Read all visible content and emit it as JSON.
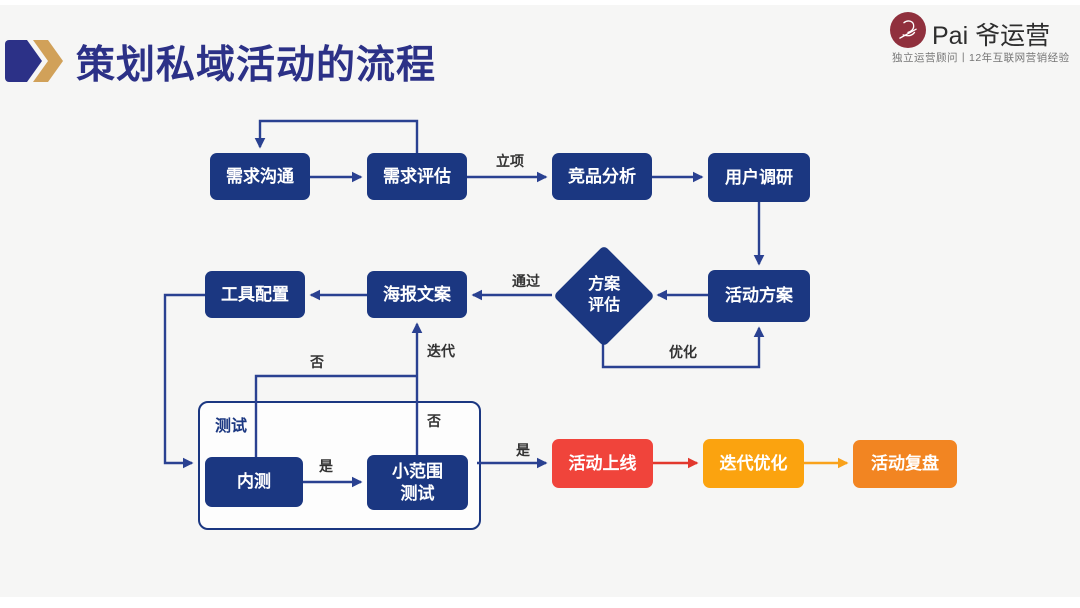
{
  "slide": {
    "title": "策划私域活动的流程",
    "logo": {
      "brand": "Pai 爷运营",
      "tagline": "独立运营顾问丨12年互联网营销经验"
    }
  },
  "colors": {
    "background": "#f6f6f5",
    "navy_node": "#1b3781",
    "connector_navy": "#2a4191",
    "title_navy": "#2c3187",
    "chevron_gold": "#d1a159",
    "launch_red": "#f0443b",
    "optimize_orange": "#fba30f",
    "review_orange": "#f28522",
    "badge_red": "#90303d"
  },
  "flowchart": {
    "nodes": {
      "requirement_communication": "需求沟通",
      "requirement_evaluation": "需求评估",
      "competitor_analysis": "竞品分析",
      "user_research": "用户调研",
      "activity_plan": "活动方案",
      "plan_evaluation": "方案\n评估",
      "poster_copy": "海报文案",
      "tool_config": "工具配置",
      "test_group": "测试",
      "internal_test": "内测",
      "small_scale_test": "小范围\n测试",
      "activity_launch": "活动上线",
      "iteration_optimization": "迭代优化",
      "activity_review": "活动复盘"
    },
    "edge_labels": {
      "approve": "立项",
      "pass": "通过",
      "optimize": "优化",
      "iterate": "迭代",
      "no_internal": "否",
      "no_small": "否",
      "yes_internal": "是",
      "yes_launch": "是"
    }
  }
}
